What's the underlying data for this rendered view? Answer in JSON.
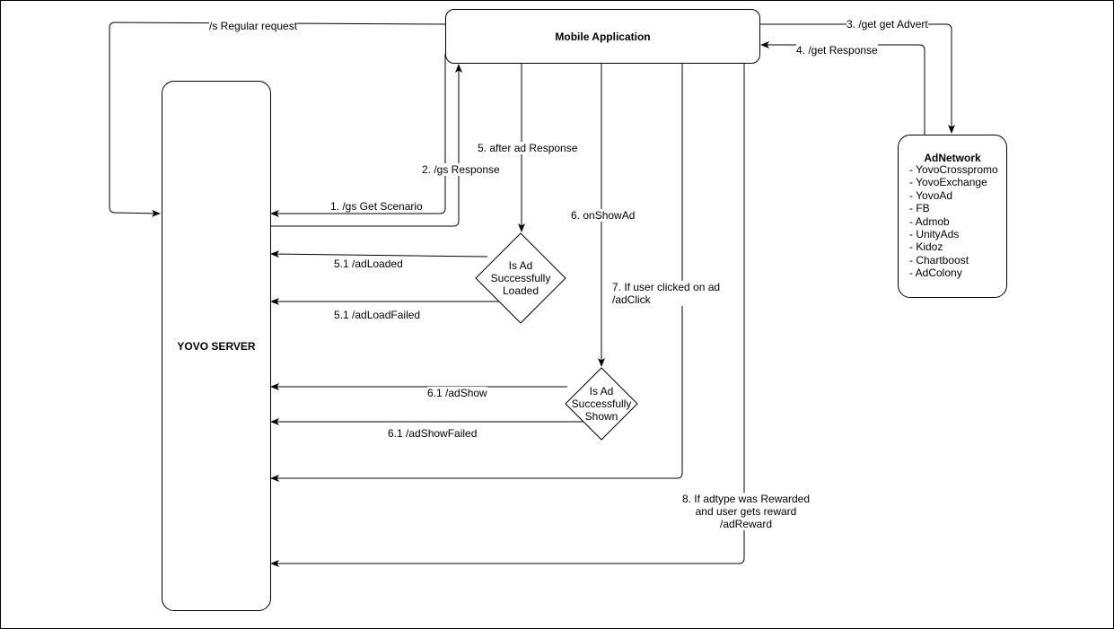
{
  "nodes": {
    "mobile_app": "Mobile Application",
    "yovo_server": "YOVO SERVER",
    "adnetwork": {
      "title": "AdNetwork",
      "items": [
        "- YovoCrosspromo",
        "- YovoExchange",
        "- YovoAd",
        "- FB",
        "- Admob",
        "- UnityAds",
        "- Kidoz",
        "- Chartboost",
        "- AdColony"
      ]
    },
    "decision_loaded": [
      "Is Ad",
      "Successfully",
      "Loaded"
    ],
    "decision_shown": [
      "Is Ad",
      "Successfully",
      "Shown"
    ]
  },
  "edges": {
    "regular_request": "/s Regular request",
    "get_advert": "3. /get get Advert",
    "get_response": "4. /get Response",
    "after_ad_response": "5. after ad Response",
    "gs_response": "2. /gs Response",
    "gs_get_scenario": "1. /gs Get Scenario",
    "on_show_ad": "6. onShowAd",
    "ad_loaded": "5.1 /adLoaded",
    "ad_load_failed": "5.1 /adLoadFailed",
    "user_clicked": [
      "7. If user clicked on ad",
      "/adClick"
    ],
    "ad_show": "6.1 /adShow",
    "ad_show_failed": "6.1 /adShowFailed",
    "rewarded": [
      "8. If adtype was Rewarded",
      "and user gets reward",
      "/adReward"
    ]
  },
  "colors": {
    "stroke": "#000000",
    "fill": "#ffffff"
  }
}
